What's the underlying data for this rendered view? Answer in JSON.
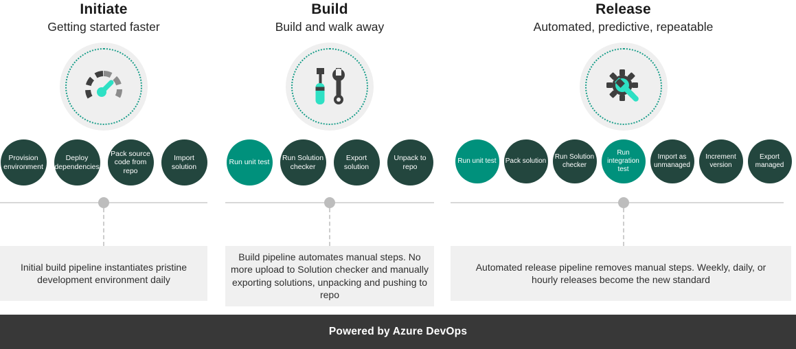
{
  "colors": {
    "dark_step": "#23463e",
    "highlight_step": "#00917c",
    "accent_turquoise": "#2ee0c4",
    "icon_dark_gray": "#3f3f3f",
    "icon_medium_gray": "#8c8c8c",
    "dotted_ring": "#1a9e8a",
    "icon_circle_bg": "#efefef",
    "timeline_gray": "#d8d8d8",
    "desc_box_bg": "#f0f0f0",
    "footer_bg": "#383838"
  },
  "phases": [
    {
      "id": "initiate",
      "title": "Initiate",
      "subtitle": "Getting started faster",
      "icon": "speedometer-icon",
      "steps": [
        {
          "label": "Provision environment",
          "highlight": false
        },
        {
          "label": "Deploy dependencies",
          "highlight": false
        },
        {
          "label": "Pack source code from repo",
          "highlight": false
        },
        {
          "label": "Import solution",
          "highlight": false
        }
      ],
      "description": "Initial build pipeline instantiates pristine development environment daily"
    },
    {
      "id": "build",
      "title": "Build",
      "subtitle": "Build and walk away",
      "icon": "tools-icon",
      "steps": [
        {
          "label": "Run unit test",
          "highlight": true
        },
        {
          "label": "Run Solution checker",
          "highlight": false
        },
        {
          "label": "Export solution",
          "highlight": false
        },
        {
          "label": "Unpack to repo",
          "highlight": false
        }
      ],
      "description": "Build pipeline automates manual steps. No more upload to Solution checker and manually exporting solutions, unpacking and pushing to repo"
    },
    {
      "id": "release",
      "title": "Release",
      "subtitle": "Automated, predictive, repeatable",
      "icon": "gear-wrench-icon",
      "steps": [
        {
          "label": "Run unit test",
          "highlight": true
        },
        {
          "label": "Pack solution",
          "highlight": false
        },
        {
          "label": "Run Solution checker",
          "highlight": false
        },
        {
          "label": "Run integration test",
          "highlight": true
        },
        {
          "label": "Import as unmanaged",
          "highlight": false
        },
        {
          "label": "Increment version",
          "highlight": false
        },
        {
          "label": "Export managed",
          "highlight": false
        }
      ],
      "description": "Automated release pipeline removes manual steps. Weekly, daily, or hourly releases become the new standard"
    }
  ],
  "footer": {
    "label": "Powered by Azure DevOps"
  }
}
